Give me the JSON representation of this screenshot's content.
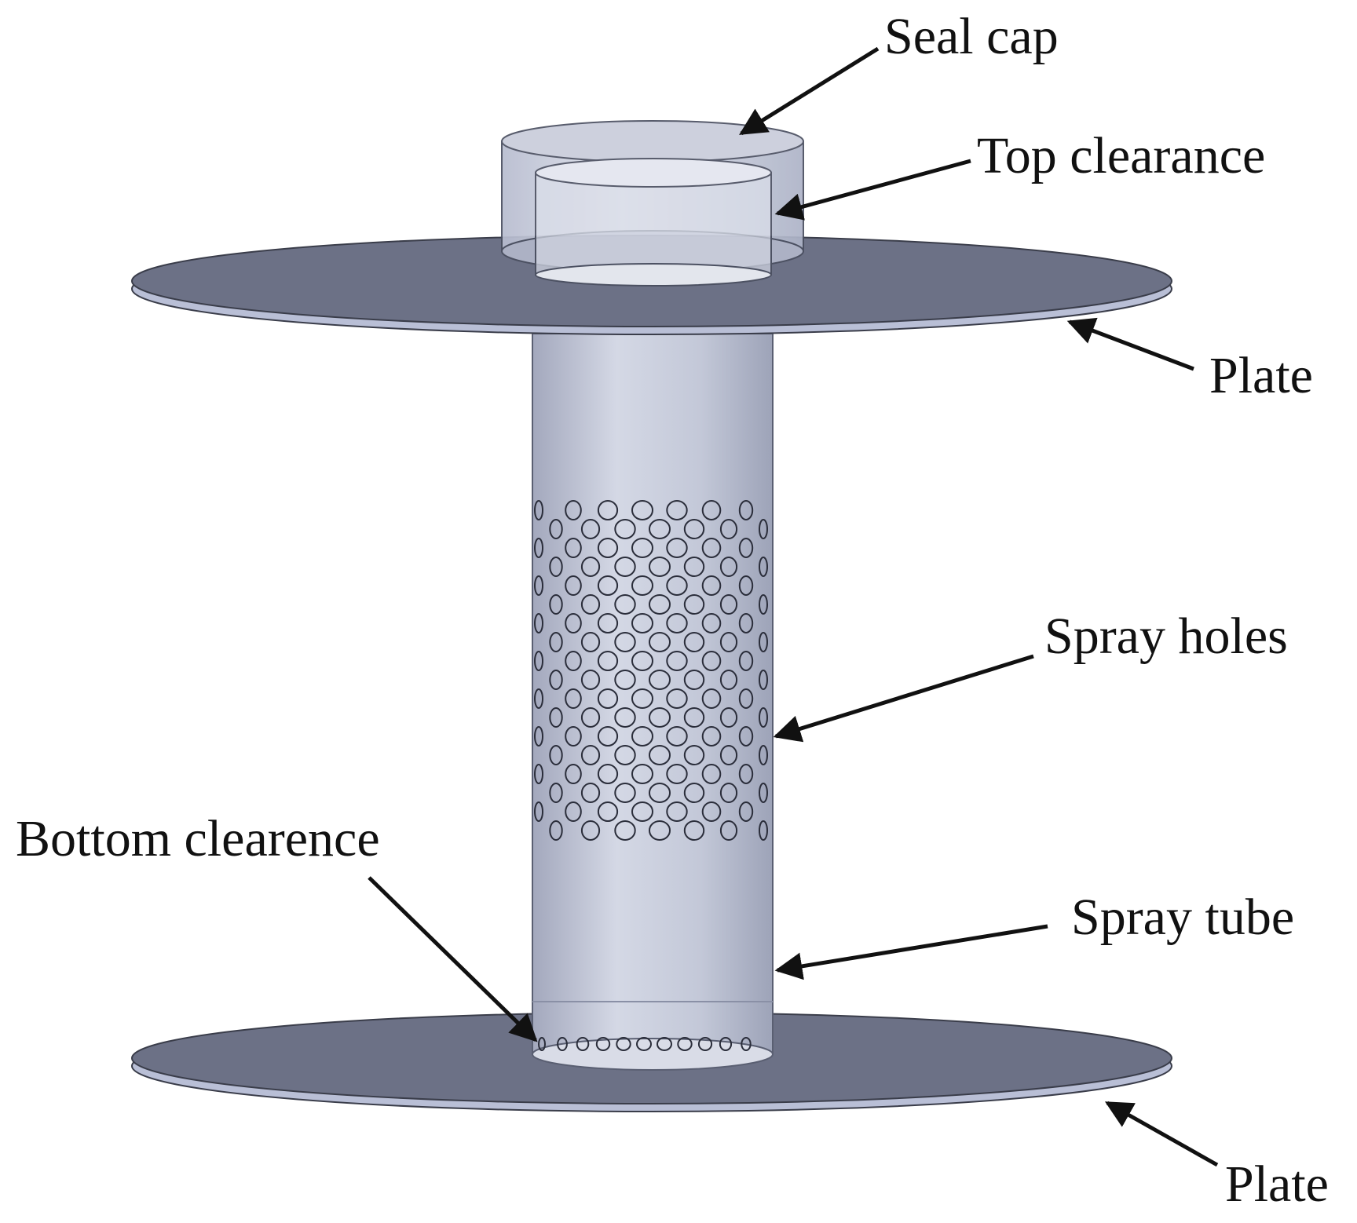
{
  "labels": {
    "seal_cap": "Seal cap",
    "top_clearance": "Top clearance",
    "top_plate": "Plate",
    "spray_holes": "Spray holes",
    "bottom_clearence": "Bottom clearence",
    "spray_tube": "Spray tube",
    "bottom_plate": "Plate"
  },
  "colors": {
    "plate_top": "#6c7186",
    "plate_edge": "#b9bfd6",
    "tube": "#c5cad8",
    "tube_shade": "#9aa0b6",
    "cap": "#d0d4e2",
    "arrow": "#111111",
    "hole_stroke": "#2a2d3a"
  }
}
